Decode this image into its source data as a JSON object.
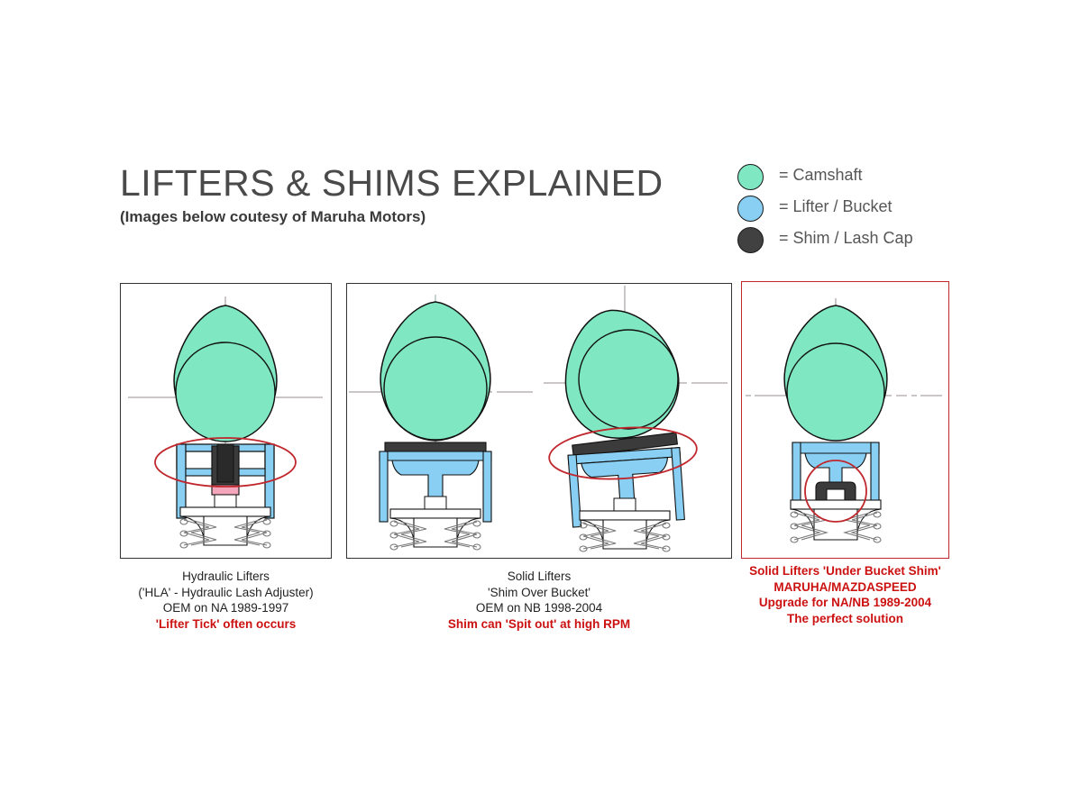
{
  "header": {
    "title": "LIFTERS & SHIMS EXPLAINED",
    "subtitle": "(Images below coutesy of Maruha Motors)"
  },
  "legend": {
    "items": [
      {
        "label": "= Camshaft",
        "color": "#7FE8C3",
        "icon": "camshaft-swatch-icon"
      },
      {
        "label": "= Lifter / Bucket",
        "color": "#89CFF3",
        "icon": "lifter-swatch-icon"
      },
      {
        "label": "= Shim / Lash Cap",
        "color": "#414141",
        "icon": "shim-swatch-icon"
      }
    ]
  },
  "colors": {
    "camshaft": "#7FE8C3",
    "lifter": "#89CFF3",
    "shim": "#414141",
    "hla_seal": "#F4A6BC",
    "highlight": "#C0272D",
    "outline": "#111111",
    "centerline": "#9a8f8f",
    "panel_border": "#333333",
    "red_text": "#CC1111",
    "title_text": "#4A4A4A"
  },
  "panels": [
    {
      "id": "panel-1",
      "border": "gray",
      "caption_lines": [
        {
          "text": "Hydraulic Lifters",
          "red": false
        },
        {
          "text": "('HLA'  - Hydraulic Lash Adjuster)",
          "red": false
        },
        {
          "text": "OEM on NA 1989-1997",
          "red": false
        },
        {
          "text": "'Lifter Tick' often occurs",
          "red": true
        }
      ],
      "parts": [
        "camshaft-lobe",
        "lifter-bucket",
        "hydraulic-lash-adjuster",
        "valve",
        "valve-springs",
        "highlight-ellipse"
      ]
    },
    {
      "id": "panel-2",
      "border": "gray",
      "caption_lines": [
        {
          "text": "Solid Lifters",
          "red": false
        },
        {
          "text": "'Shim Over Bucket'",
          "red": false
        },
        {
          "text": "OEM on NB 1998-2004",
          "red": false
        },
        {
          "text": "Shim can 'Spit out' at high RPM",
          "red": true
        }
      ],
      "parts": [
        "camshaft-lobe",
        "shim-over-bucket",
        "lifter-bucket",
        "valve",
        "valve-springs",
        "tilted-shim",
        "highlight-ellipse"
      ]
    },
    {
      "id": "panel-3",
      "border": "red",
      "caption_lines": [
        {
          "text": "Solid Lifters 'Under Bucket Shim'",
          "red": true
        },
        {
          "text": "MARUHA/MAZDASPEED",
          "red": true
        },
        {
          "text": "Upgrade for NA/NB 1989-2004",
          "red": true
        },
        {
          "text": "The perfect solution",
          "red": true
        }
      ],
      "parts": [
        "camshaft-lobe",
        "lifter-bucket",
        "under-bucket-shim",
        "valve",
        "valve-springs",
        "highlight-circle"
      ]
    }
  ]
}
